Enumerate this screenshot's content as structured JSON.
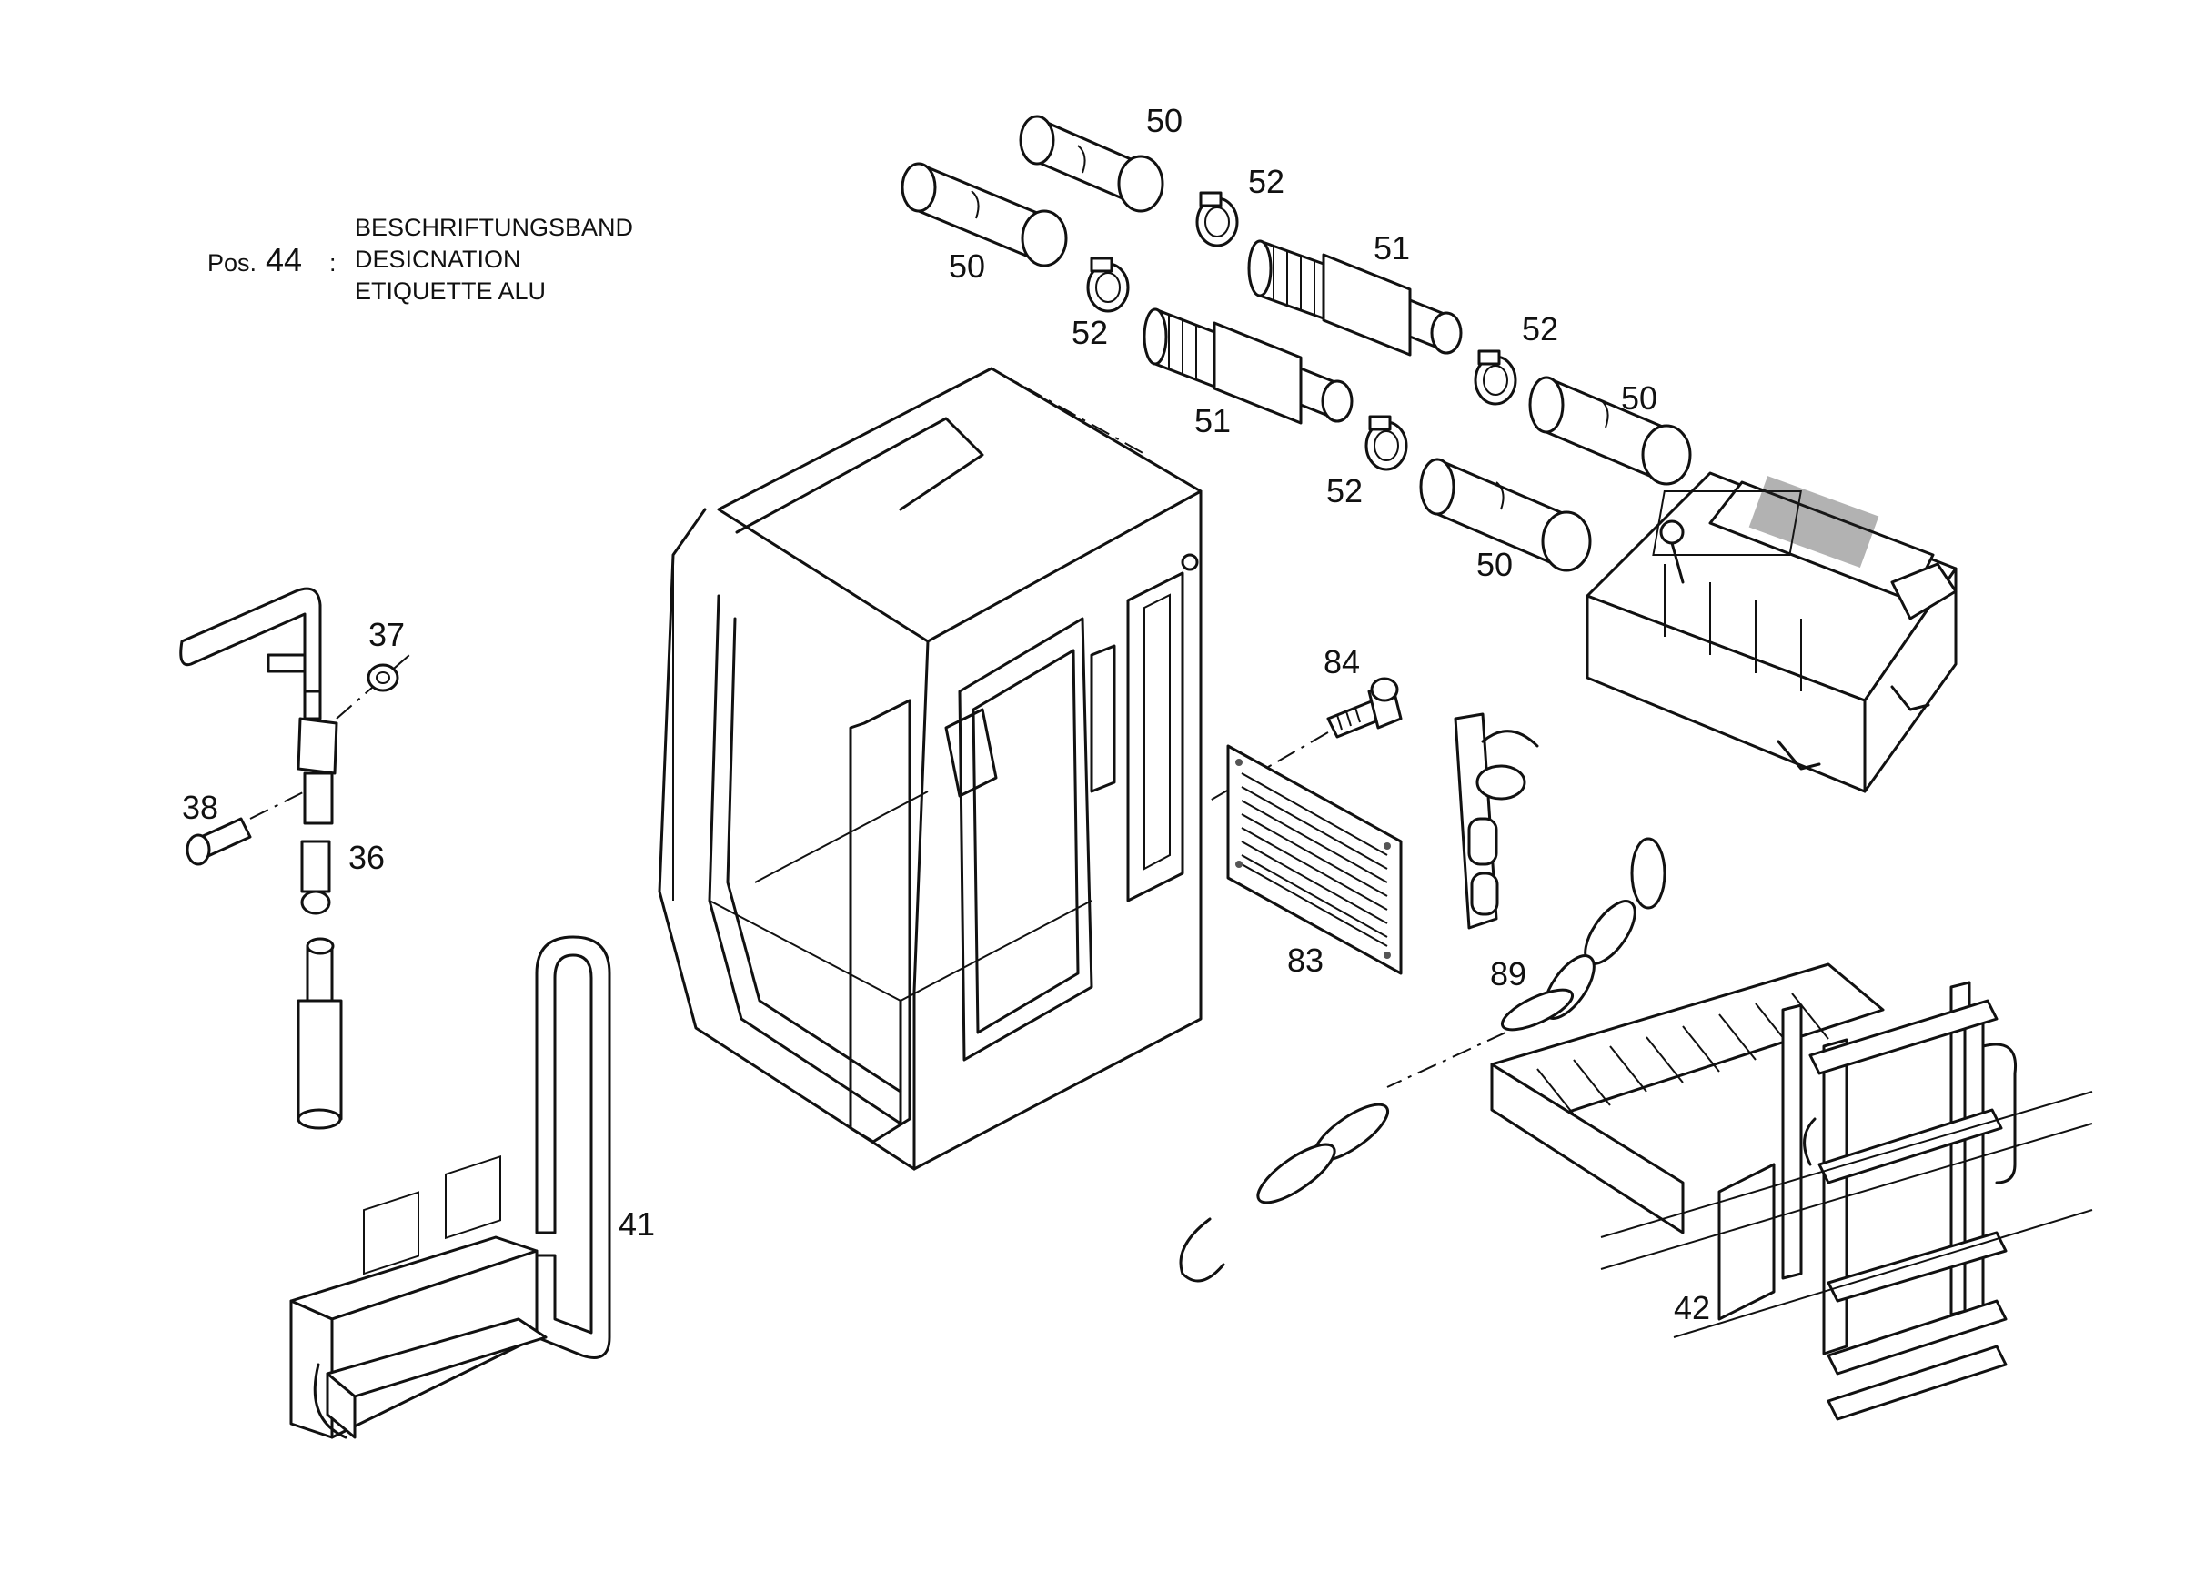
{
  "legend": {
    "pos_prefix": "Pos.",
    "pos_number": "44",
    "separator": ":",
    "line1": "BESCHRIFTUNGSBAND",
    "line2": "DESICNATION",
    "line3": "ETIQUETTE ALU"
  },
  "labels": {
    "p50a": "50",
    "p50b": "50",
    "p50c": "50",
    "p50d": "50",
    "p51a": "51",
    "p51b": "51",
    "p52a": "52",
    "p52b": "52",
    "p52c": "52",
    "p52d": "52",
    "p37": "37",
    "p38": "38",
    "p36": "36",
    "p41": "41",
    "p84": "84",
    "p83": "83",
    "p89": "89",
    "p42": "42"
  }
}
